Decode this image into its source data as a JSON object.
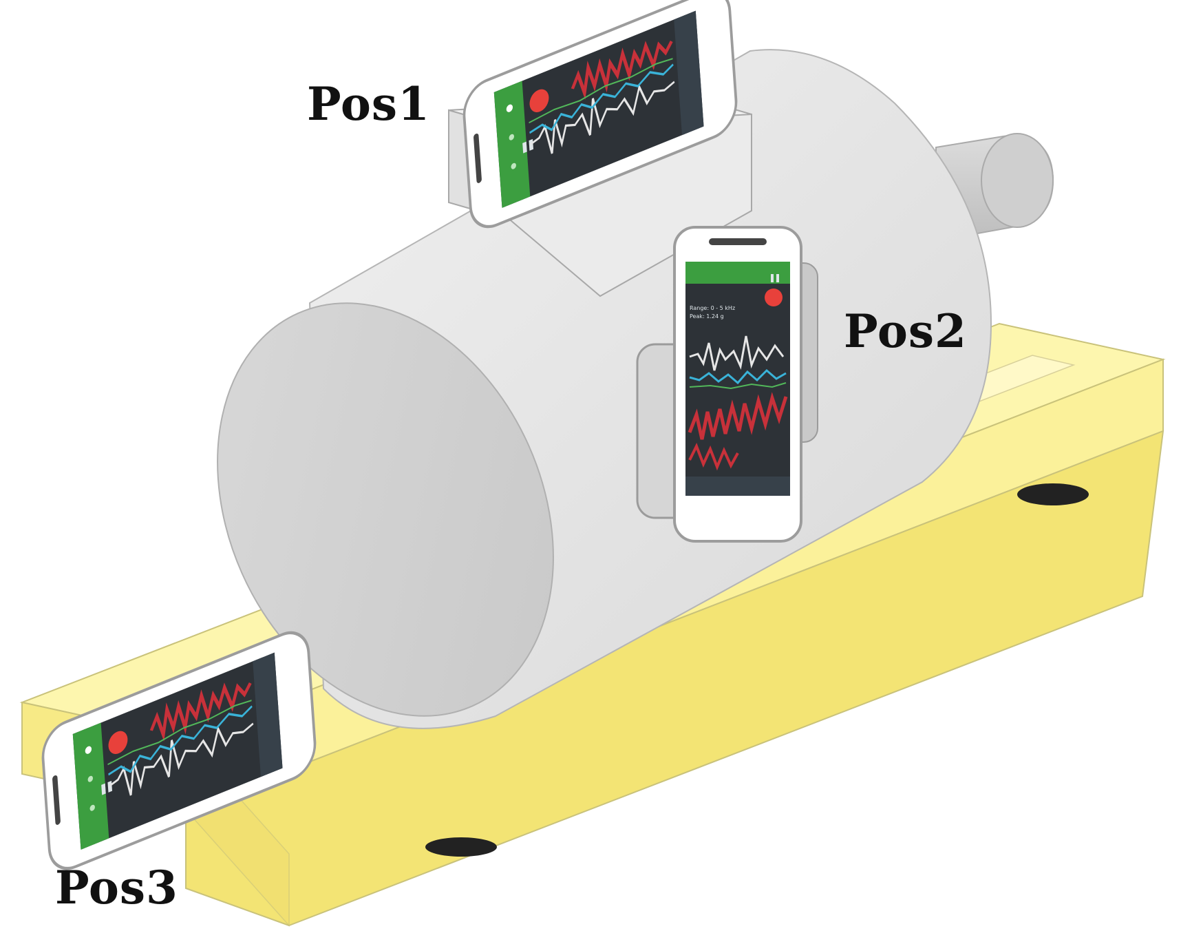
{
  "labels": {
    "pos1": "Pos1",
    "pos2": "Pos2",
    "pos3": "Pos3"
  },
  "colors": {
    "motor_body": "#e4e4e4",
    "motor_face": "#d2d2d2",
    "base_rail": "#fbf4a6",
    "phone_frame": "#ffffff",
    "phone_screen": "#2c3136",
    "app_header": "#3a9b3f",
    "signal_red": "#c8313a",
    "signal_white": "#e6e6e6",
    "signal_cyan": "#3ab3d8",
    "record_button": "#e8413b"
  },
  "icons": {
    "record": "record-button-icon",
    "pause": "pause-icon",
    "refresh": "refresh-icon"
  }
}
